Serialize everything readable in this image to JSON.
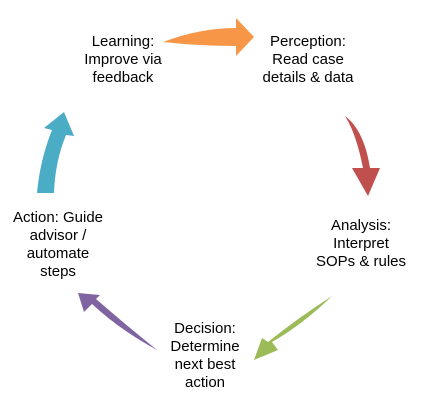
{
  "colors": {
    "learning_to_perception": "#F79646",
    "perception_to_analysis": "#C0504D",
    "analysis_to_decision": "#9BBB59",
    "decision_to_action": "#8064A2",
    "action_to_learning": "#4BACC6"
  },
  "stages": [
    {
      "id": "learning",
      "lines": [
        "Learning:",
        "Improve via",
        "feedback"
      ]
    },
    {
      "id": "perception",
      "lines": [
        "Perception:",
        "Read case",
        "details & data"
      ]
    },
    {
      "id": "analysis",
      "lines": [
        "Analysis:",
        "Interpret",
        "SOPs & rules"
      ]
    },
    {
      "id": "decision",
      "lines": [
        "Decision:",
        "Determine",
        "next best",
        "action"
      ]
    },
    {
      "id": "action",
      "lines": [
        "Action: Guide",
        "advisor /",
        "automate",
        "steps"
      ]
    }
  ]
}
